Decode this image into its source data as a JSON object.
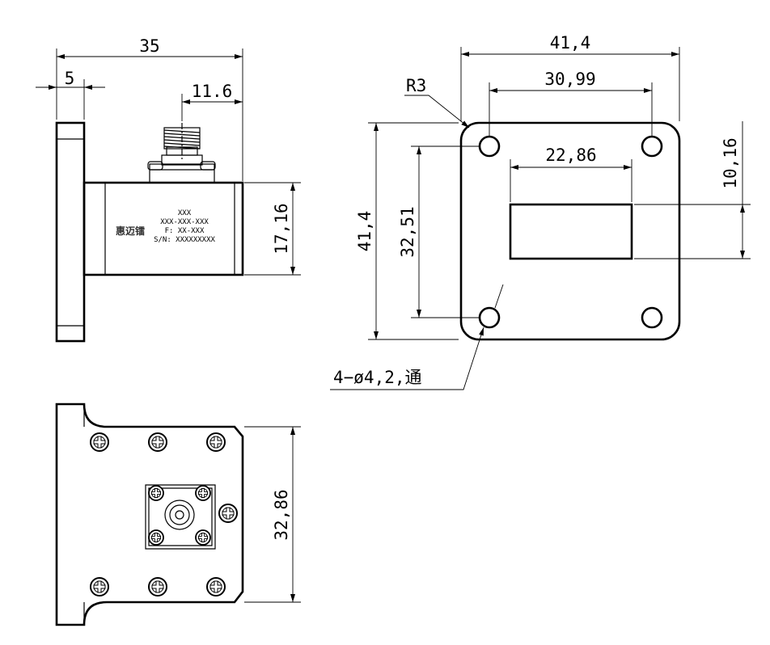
{
  "side_view": {
    "dim_length": "35",
    "dim_flange": "5",
    "dim_connector": "11.6",
    "dim_height": "17,16",
    "label_model": "XXX",
    "label_part": "XXX-XXX-XXX",
    "label_freq": "F: XX-XXX",
    "label_serial": "S/N: XXXXXXXXX",
    "logo_text": "惠迈镭"
  },
  "flange_view": {
    "dim_width": "41,4",
    "dim_hole_spacing_x": "30,99",
    "dim_corner_radius": "R3",
    "dim_aperture_width": "22,86",
    "dim_height": "41,4",
    "dim_hole_spacing_y": "32,51",
    "dim_aperture_height": "10,16",
    "dim_holes": "4−ø4,2,通"
  },
  "top_view": {
    "dim_width": "32,86"
  }
}
